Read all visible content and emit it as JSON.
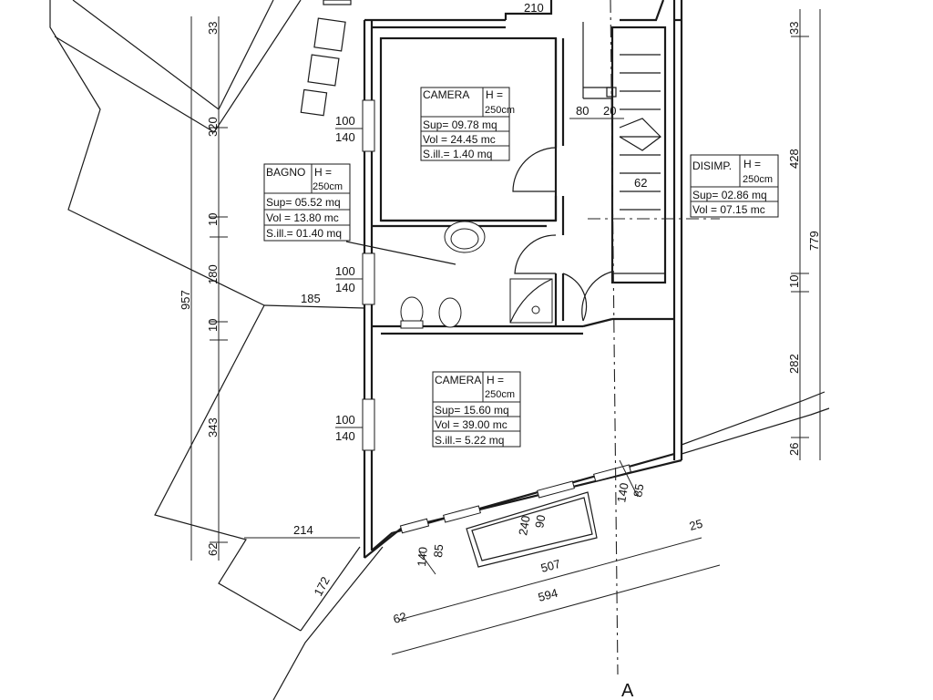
{
  "rooms": {
    "camera_top": {
      "name": "CAMERA",
      "h_label": "H =",
      "h_value": "250cm",
      "sup": "Sup= 09.78   mq",
      "vol": "Vol = 24.45   mc",
      "sill": "S.ill.= 1.40   mq"
    },
    "bagno": {
      "name": "BAGNO",
      "h_label": "H =",
      "h_value": "250cm",
      "sup": "Sup= 05.52  mq",
      "vol": "Vol = 13.80  mc",
      "sill": "S.ill.= 01.40  mq"
    },
    "disimp": {
      "name": "DISIMP.",
      "h_label": "H =",
      "h_value": "250cm",
      "sup": "Sup= 02.86  mq",
      "vol": "Vol = 07.15  mc"
    },
    "camera_bottom": {
      "name": "CAMERA",
      "h_label": "H =",
      "h_value": "250cm",
      "sup": "Sup= 15.60   mq",
      "vol": "Vol = 39.00   mc",
      "sill": "S.ill.= 5.22   mq"
    }
  },
  "windows": {
    "w1_top": "100",
    "w1_bottom": "140",
    "w2_top": "100",
    "w2_bottom": "140",
    "w3_top": "100",
    "w3_bottom": "140"
  },
  "dimensions": {
    "top_210": "210",
    "left_33": "33",
    "left_320": "320",
    "left_10a": "10",
    "left_180": "180",
    "left_10b": "10",
    "left_343": "343",
    "left_62": "62",
    "left_957": "957",
    "right_33": "33",
    "right_428": "428",
    "right_10": "10",
    "right_282": "282",
    "right_26": "26",
    "right_779": "779",
    "stair_80": "80",
    "stair_20": "20",
    "stair_62": "62",
    "d_185": "185",
    "d_214": "214",
    "d_172": "172",
    "sw_140": "140",
    "sw_85": "85",
    "bal_240": "240",
    "bal_90": "90",
    "se_140": "140",
    "se_85": "85",
    "d_25": "25",
    "d_507": "507",
    "d_594": "594",
    "d_62_bottom": "62"
  },
  "section_marker": "A"
}
